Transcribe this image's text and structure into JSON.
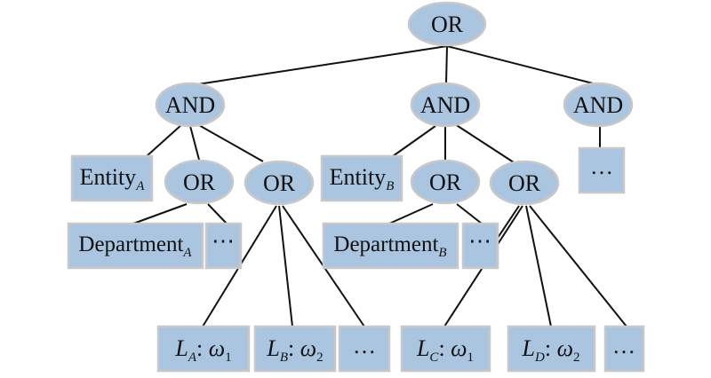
{
  "nodes": {
    "root": "OR",
    "and_a": "AND",
    "and_b": "AND",
    "and_c": "AND",
    "entity_a": {
      "base": "Entity",
      "sub": "A"
    },
    "or_a1": "OR",
    "or_a2": "OR",
    "entity_b": {
      "base": "Entity",
      "sub": "B"
    },
    "or_b1": "OR",
    "or_b2": "OR",
    "ellipsis_c": "…",
    "department_a": {
      "base": "Department",
      "sub": "A"
    },
    "ellipsis_a1": "⋯",
    "department_b": {
      "base": "Department",
      "sub": "B"
    },
    "ellipsis_b1": "⋯",
    "leaf_a1": {
      "L": "L",
      "Lsub": "A",
      "sep": ": ",
      "w": "ω",
      "wsub": "1"
    },
    "leaf_a2": {
      "L": "L",
      "Lsub": "B",
      "sep": ": ",
      "w": "ω",
      "wsub": "2"
    },
    "ellipsis_a2": "…",
    "leaf_b1": {
      "L": "L",
      "Lsub": "C",
      "sep": ": ",
      "w": "ω",
      "wsub": "1"
    },
    "leaf_b2": {
      "L": "L",
      "Lsub": "D",
      "sep": ": ",
      "w": "ω",
      "wsub": "2"
    },
    "ellipsis_b2": "…"
  }
}
